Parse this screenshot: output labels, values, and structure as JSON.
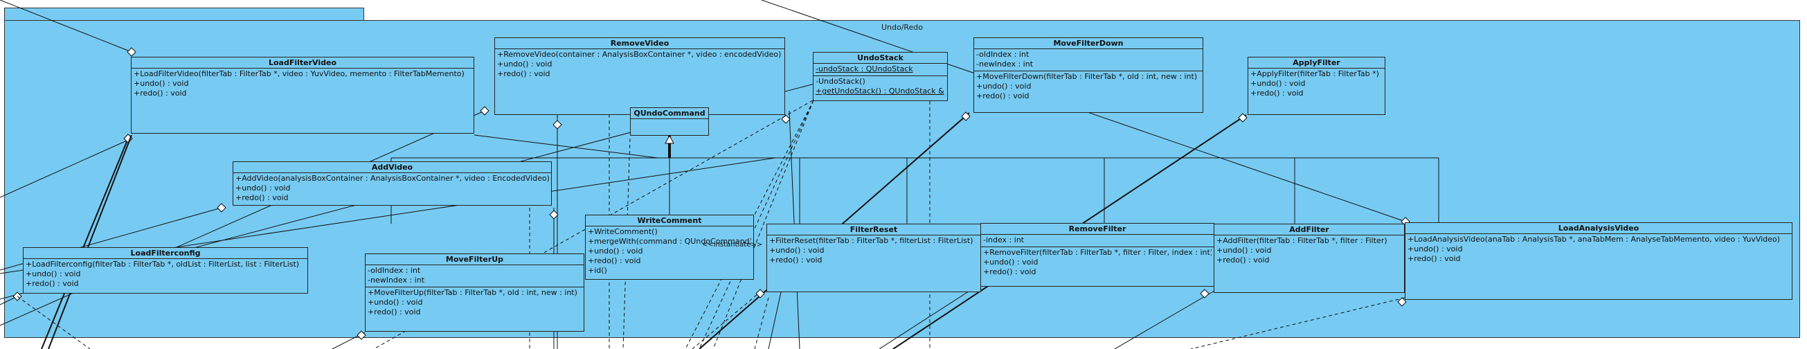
{
  "package": {
    "title": "Undo/Redo"
  },
  "classes": {
    "LoadFilterVideo": {
      "name": "LoadFilterVideo",
      "attributes": [],
      "operations": [
        "+LoadFilterVideo(filterTab : FilterTab *, video : YuvVideo, memento : FilterTabMemento)",
        "+undo() : void",
        "+redo() : void"
      ]
    },
    "RemoveVideo": {
      "name": "RemoveVideo",
      "attributes": [],
      "operations": [
        "+RemoveVideo(container : AnalysisBoxContainer *, video : encodedVideo)",
        "+undo() : void",
        "+redo() : void"
      ]
    },
    "UndoStack": {
      "name": "UndoStack",
      "attributes": [
        "-undoStack : QUndoStack"
      ],
      "operations": [
        "-UndoStack()",
        "+getUndoStack() : QUndoStack &"
      ]
    },
    "MoveFilterDown": {
      "name": "MoveFilterDown",
      "attributes": [
        "-oldIndex : int",
        "-newIndex : int"
      ],
      "operations": [
        "+MoveFilterDown(filterTab : FilterTab *, old : int, new : int)",
        "+undo() : void",
        "+redo() : void"
      ]
    },
    "ApplyFilter": {
      "name": "ApplyFilter",
      "attributes": [],
      "operations": [
        "+ApplyFilter(filterTab : FilterTab *)",
        "+undo() : void",
        "+redo() : void"
      ]
    },
    "QUndoCommand": {
      "name": "QUndoCommand",
      "attributes": [],
      "operations": []
    },
    "AddVideo": {
      "name": "AddVideo",
      "attributes": [],
      "operations": [
        "+AddVideo(analysisBoxContainer : AnalysisBoxContainer *, video : EncodedVideo)",
        "+undo() : void",
        "+redo() : void"
      ]
    },
    "WriteComment": {
      "name": "WriteComment",
      "attributes": [],
      "operations": [
        "+WriteComment()",
        "+mergeWith(command : QUndoCommand)",
        "+undo() : void",
        "+redo() : void",
        "+id()"
      ]
    },
    "FilterReset": {
      "name": "FilterReset",
      "attributes": [],
      "operations": [
        "+FilterReset(filterTab : FilterTab *, filterList : FilterList)",
        "+undo() : void",
        "+redo() : void"
      ]
    },
    "RemoveFilter": {
      "name": "RemoveFilter",
      "attributes": [
        "-index : int"
      ],
      "operations": [
        "+RemoveFilter(filterTab : FilterTab *, filter : Filter, index : int)",
        "+undo() : void",
        "+redo() : void"
      ]
    },
    "AddFilter": {
      "name": "AddFilter",
      "attributes": [],
      "operations": [
        "+AddFilter(filterTab : FilterTab *, filter : Filter)",
        "+undo() : void",
        "+redo() : void"
      ]
    },
    "LoadAnalysisVideo": {
      "name": "LoadAnalysisVideo",
      "attributes": [],
      "operations": [
        "+LoadAnalysisVideo(anaTab : AnalysisTab *, anaTabMem : AnalyseTabMemento, video : YuvVideo)",
        "+undo() : void",
        "+redo() : void"
      ]
    },
    "LoadFilterconfig": {
      "name": "LoadFilterconfig",
      "attributes": [],
      "operations": [
        "+LoadFilterconfig(filterTab : FilterTab *, oldList : FilterList, list : FilterList)",
        "+undo() : void",
        "+redo() : void"
      ]
    },
    "MoveFilterUp": {
      "name": "MoveFilterUp",
      "attributes": [
        "-oldIndex : int",
        "-newIndex : int"
      ],
      "operations": [
        "+MoveFilterUp(filterTab : FilterTab *, old : int, new : int)",
        "+undo() : void",
        "+redo() : void"
      ]
    }
  },
  "labels": {
    "instantiate": "<<instantiate>>"
  }
}
